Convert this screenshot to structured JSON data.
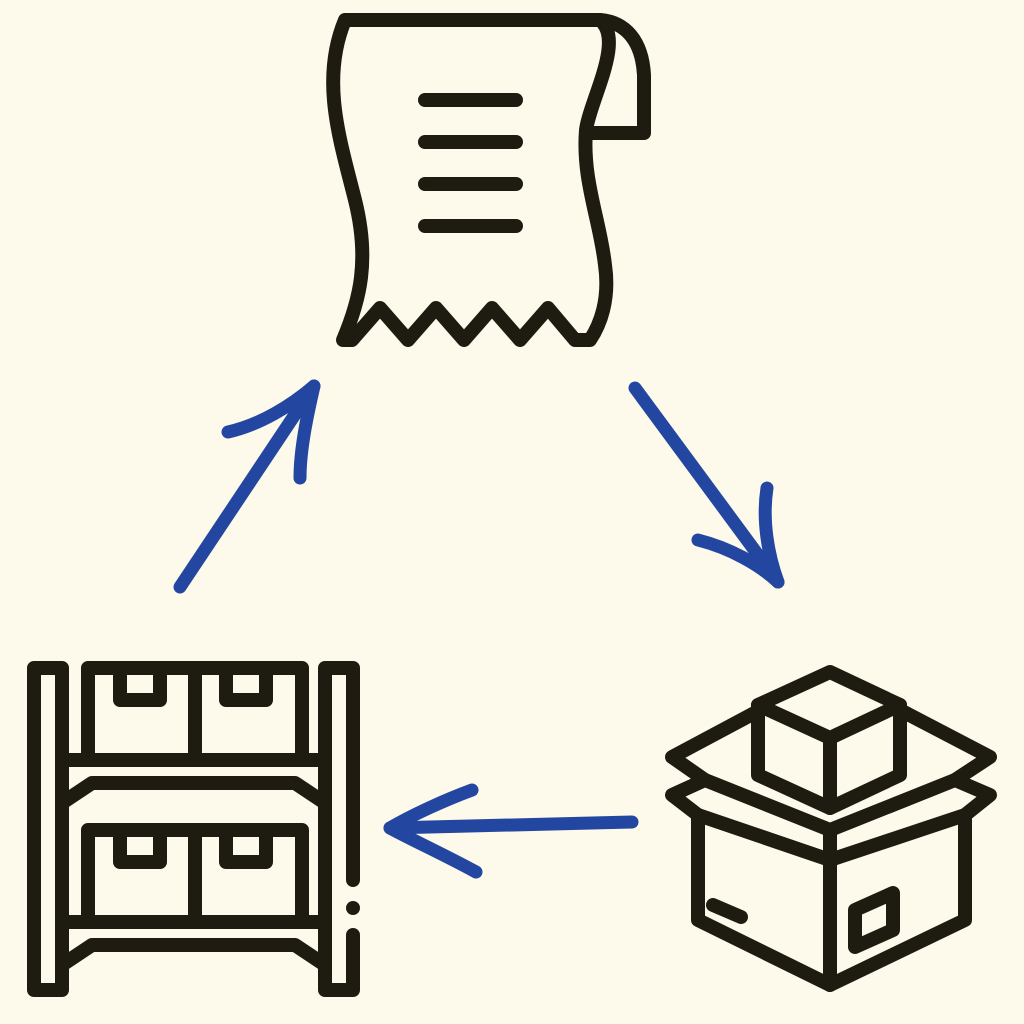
{
  "diagram": {
    "type": "cycle",
    "background_color": "#fdfaeb",
    "icon_color": "#1e1c10",
    "arrow_color": "#2347a0",
    "nodes": [
      {
        "id": "receipt",
        "icon": "receipt-icon"
      },
      {
        "id": "package",
        "icon": "open-box-icon"
      },
      {
        "id": "warehouse",
        "icon": "warehouse-shelf-icon"
      }
    ],
    "edges": [
      {
        "from": "receipt",
        "to": "package"
      },
      {
        "from": "package",
        "to": "warehouse"
      },
      {
        "from": "warehouse",
        "to": "receipt"
      }
    ]
  }
}
